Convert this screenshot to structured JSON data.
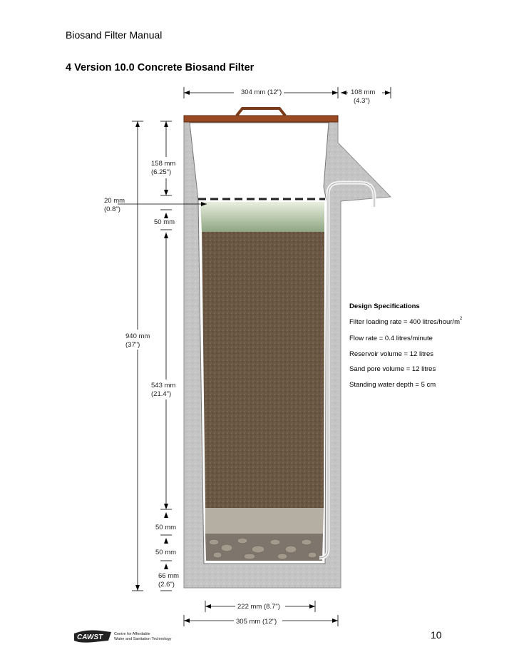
{
  "header": {
    "manual_title": "Biosand Filter Manual"
  },
  "section": {
    "heading": "4 Version 10.0 Concrete Biosand Filter"
  },
  "dimensions": {
    "top_width": "304 mm (12\")",
    "outlet_width_mm": "108 mm",
    "outlet_width_in": "(4.3\")",
    "reservoir_depth_mm": "158 mm",
    "reservoir_depth_in": "(6.25\")",
    "diffuser_gap_mm": "20 mm",
    "diffuser_gap_in": "(0.8\")",
    "standing_water_depth": "50 mm",
    "total_height_mm": "940 mm",
    "total_height_in": "(37\")",
    "sand_depth_mm": "543 mm",
    "sand_depth_in": "(21.4\")",
    "separation_gravel": "50 mm",
    "drainage_gravel": "50 mm",
    "base_depth_mm": "66 mm",
    "base_depth_in": "(2.6\")",
    "bottom_inner_width": "222 mm (8.7\")",
    "bottom_outer_width": "305 mm (12\")"
  },
  "specs": {
    "title": "Design Specifications",
    "loading_rate": "Filter loading rate = 400 litres/hour/m",
    "loading_rate_sup": "2",
    "flow_rate": "Flow rate = 0.4 litres/minute",
    "reservoir_volume": "Reservoir volume = 12 litres",
    "pore_volume": "Sand pore volume = 12 litres",
    "standing_depth": "Standing water depth = 5 cm"
  },
  "footer": {
    "logo_name": "CAWST",
    "logo_line1": "Centre for Affordable",
    "logo_line2": "Water and Sanitation Technology",
    "page_number": "10"
  },
  "colors": {
    "concrete": "#c3c3c3",
    "lid": "#9a4a22",
    "water": "#b7c9a6",
    "sand": "#6d5a45",
    "gravel": "#8a857c"
  },
  "icons": [
    "lid-handle-icon",
    "outlet-pipe-icon",
    "cawst-logo-icon"
  ]
}
